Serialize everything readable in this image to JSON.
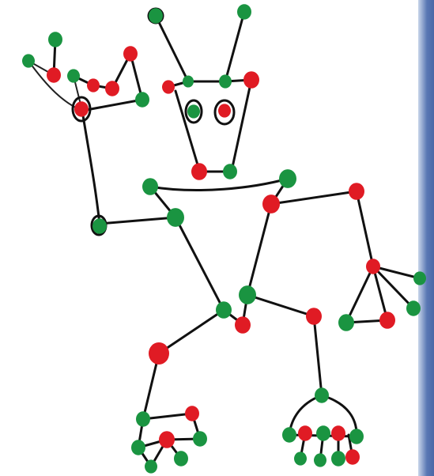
{
  "title": "",
  "colors": {
    "background": "#ffffff",
    "ink": "#111111",
    "node_green": "#1a9441",
    "node_red": "#e01b24",
    "edge_strip": "#4a67a6"
  },
  "figure": {
    "subject": "stick-figure-skeleton-drawing",
    "node_types": [
      "green-dot",
      "red-dot"
    ]
  }
}
